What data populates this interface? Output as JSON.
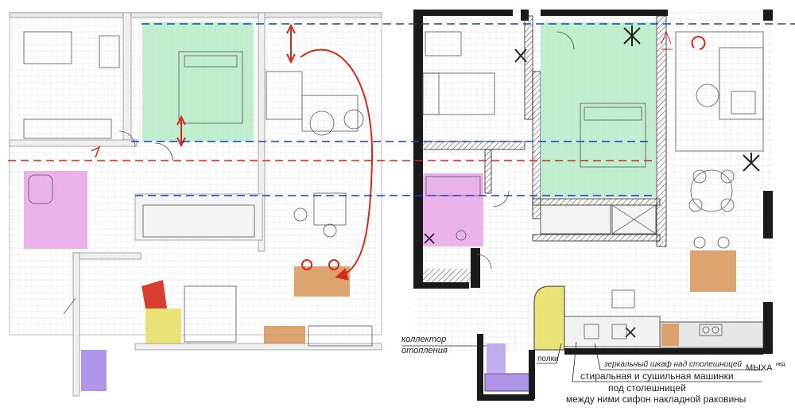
{
  "annotations": {
    "collector_line1": "коллектор",
    "collector_line2": "отопления",
    "shelves": "полки",
    "mirror_cabinet": "зеркальный шкаф над столешницей",
    "wash_line1": "стиральная и сушильная машинки",
    "wash_line2": "под столешницей",
    "wash_line3": "между ними сифон накладной раковины",
    "myha": "МЫХА",
    "ivd": "ивд"
  },
  "colors": {
    "bedroom": "#b6ebc6",
    "bathroom": "#e6a6e6",
    "kitchen": "#d99a60",
    "utility": "#e8e06a",
    "storage": "#a78be6",
    "arrow_red": "#d42a1a",
    "line_blue": "#1a3bc9",
    "line_red": "#d42a1a",
    "wall": "#1a1a1a"
  },
  "icons": [
    "red-curved-arrow-icon",
    "double-arrow-icon",
    "plant-icon",
    "armchair-icon",
    "bed-icon",
    "bathtub-icon",
    "toilet-icon",
    "sink-icon",
    "stove-icon",
    "dining-table-icon"
  ]
}
